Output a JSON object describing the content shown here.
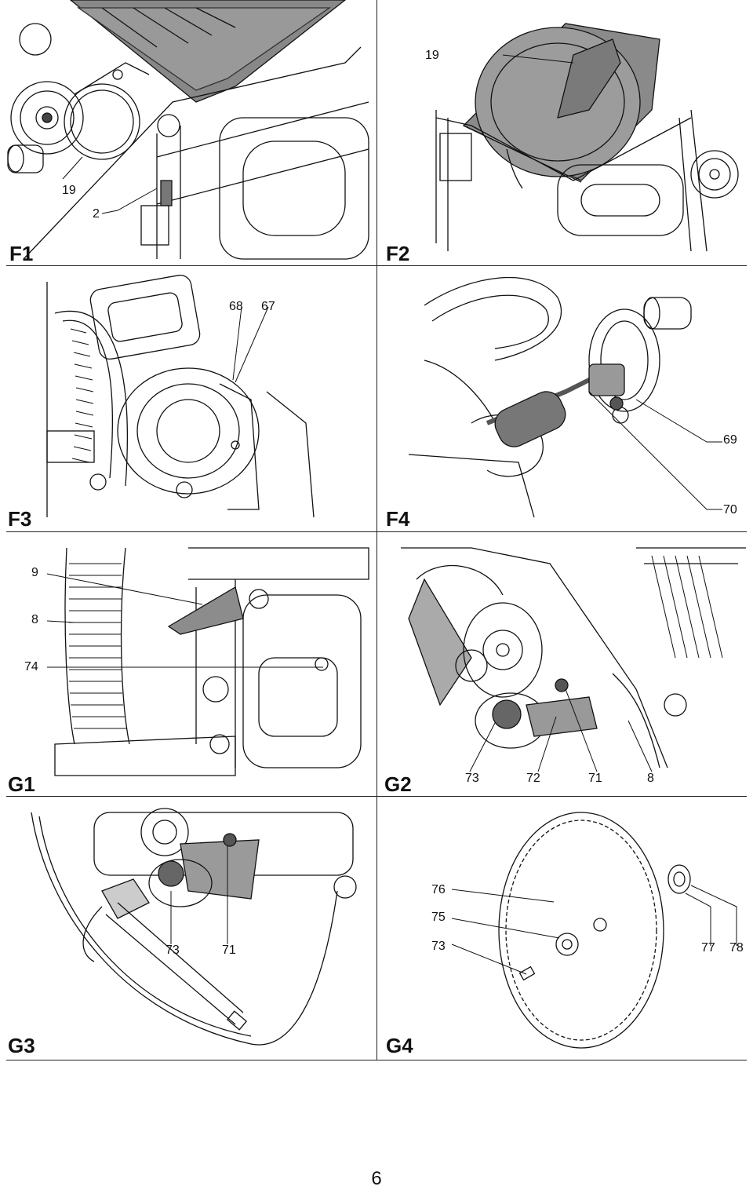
{
  "figures": {
    "F1": {
      "label": "F1",
      "callouts": [
        "19",
        "2"
      ]
    },
    "F2": {
      "label": "F2",
      "callouts": [
        "19"
      ]
    },
    "F3": {
      "label": "F3",
      "callouts": [
        "68",
        "67"
      ]
    },
    "F4": {
      "label": "F4",
      "callouts": [
        "69",
        "70"
      ]
    },
    "G1": {
      "label": "G1",
      "callouts": [
        "9",
        "8",
        "74"
      ]
    },
    "G2": {
      "label": "G2",
      "callouts": [
        "73",
        "72",
        "71",
        "8"
      ]
    },
    "G3": {
      "label": "G3",
      "callouts": [
        "73",
        "71"
      ]
    },
    "G4": {
      "label": "G4",
      "callouts": [
        "76",
        "75",
        "73",
        "77",
        "78"
      ]
    }
  },
  "page_number": "6",
  "colors": {
    "line": "#111111",
    "fill_dark": "#7a7a7a",
    "fill_mid": "#a8a8a8",
    "paper": "#ffffff"
  }
}
